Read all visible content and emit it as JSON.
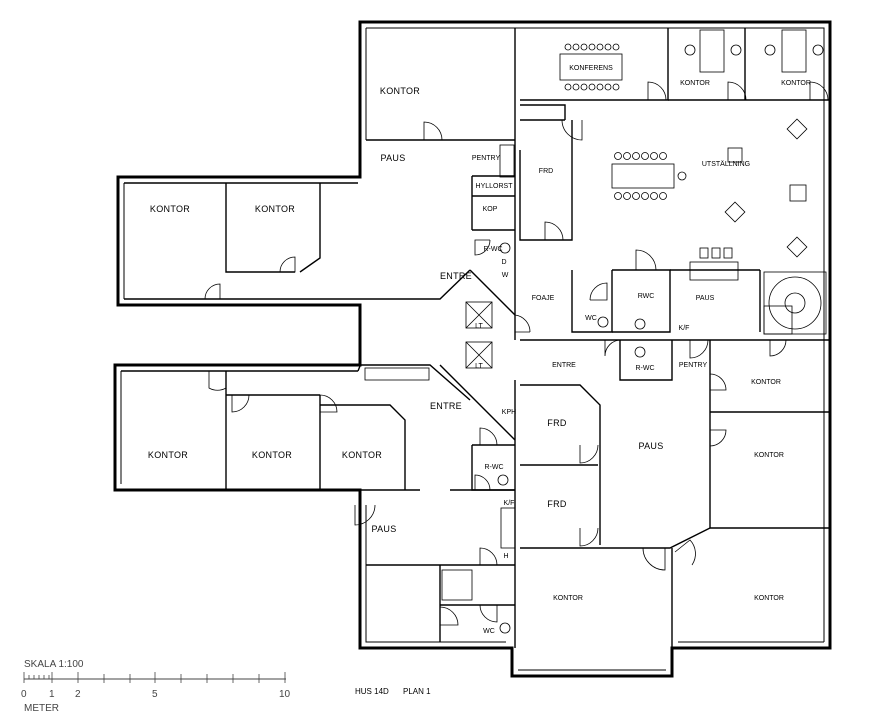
{
  "rooms": {
    "kontor_top": "KONTOR",
    "paus_top": "PAUS",
    "pentry_top": "PENTRY",
    "frd_top": "FRD",
    "hyllorst": "HYLLORST",
    "kop": "KOP",
    "rwc_top": "R-WC",
    "d": "D",
    "w": "W",
    "kontor_left1": "KONTOR",
    "kontor_left2": "KONTOR",
    "entre_top": "ENTRE",
    "konferens": "KONFERENS",
    "kontor_tr1": "KONTOR",
    "kontor_tr2": "KONTOR",
    "utstallning": "UTSTÄLLNING",
    "foaje": "FOAJE",
    "wc_mid": "WC",
    "rwc_mid": "RWC",
    "paus_mid": "PAUS",
    "kf": "K/F",
    "lt1": "LT",
    "lt2": "LT",
    "entre_mid": "ENTRE",
    "rwc_mid2": "R-WC",
    "pentry_mid": "PENTRY",
    "kontor_r1": "KONTOR",
    "kontor_r2": "KONTOR",
    "kontor_lower1": "KONTOR",
    "kontor_lower2": "KONTOR",
    "kontor_lower3": "KONTOR",
    "entre_lower": "ENTRE",
    "kph": "KPH",
    "rwc_lower": "R-WC",
    "kf_lower": "K/F",
    "h": "H",
    "frd_lower1": "FRD",
    "frd_lower2": "FRD",
    "paus_lower_mid": "PAUS",
    "paus_lower": "PAUS",
    "wc_lower": "WC",
    "kontor_bottom1": "KONTOR",
    "kontor_bottom2": "KONTOR"
  },
  "scale": {
    "title": "SKALA 1:100",
    "ticks": [
      "0",
      "1",
      "2",
      "5",
      "10"
    ],
    "unit": "METER"
  },
  "footer": {
    "building": "HUS 14D",
    "plan": "PLAN 1"
  }
}
